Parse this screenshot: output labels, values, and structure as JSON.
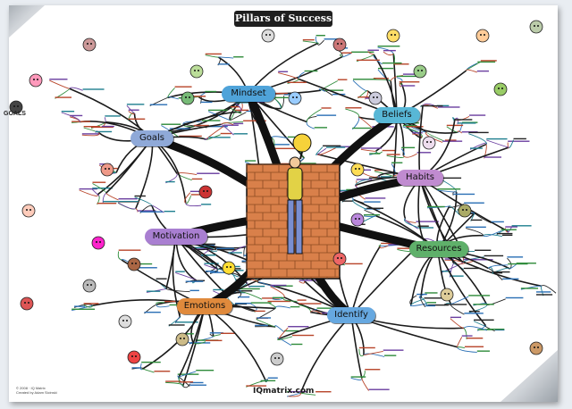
{
  "title": "Pillars of Success",
  "footer": "IQmatrix.com",
  "fineprint": [
    "© 2008 · IQ Matrix",
    "Created by Adam Sicinski"
  ],
  "brand_label": "GOALS",
  "branches": [
    {
      "key": "mindset",
      "label": "Mindset",
      "color": "#4fa3d9"
    },
    {
      "key": "beliefs",
      "label": "Beliefs",
      "color": "#58b7d6"
    },
    {
      "key": "goals",
      "label": "Goals",
      "color": "#8fa9d8"
    },
    {
      "key": "habits",
      "label": "Habits",
      "color": "#c08bd0"
    },
    {
      "key": "motivation",
      "label": "Motivation",
      "color": "#a97fd1"
    },
    {
      "key": "resources",
      "label": "Resources",
      "color": "#5fb06a"
    },
    {
      "key": "emotions",
      "label": "Emotions",
      "color": "#e08a3c"
    },
    {
      "key": "identify",
      "label": "Identify",
      "color": "#66a8e0"
    }
  ],
  "colors": {
    "trunk": "#111111",
    "brick": "#d9804a",
    "mortar": "#8a4a22",
    "twig_palette": [
      "#222222",
      "#2a6fb5",
      "#2e8b3a",
      "#b8452a",
      "#6b3fa0",
      "#1f7f8f"
    ]
  }
}
